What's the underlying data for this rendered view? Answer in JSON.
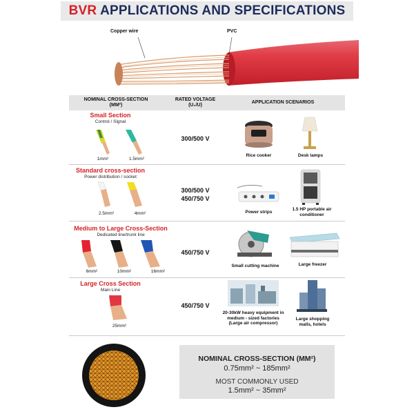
{
  "title": {
    "brand": "BVR",
    "rest": "APPLICATIONS AND SPECIFICATIONS"
  },
  "hero": {
    "copper_label": "Copper wire",
    "pvc_label": "PVC"
  },
  "table": {
    "headers": {
      "cross_section": "NOMINAL CROSS-SECTION (MM²)",
      "voltage": "RATED VOLTAGE (U₀/U)",
      "scenarios": "APPLICATION SCENARIOS"
    },
    "rows": [
      {
        "title": "Small Section",
        "subtitle": "Control / Signal",
        "sizes": [
          "1mm²",
          "1.5mm²"
        ],
        "voltage": [
          "300/500 V"
        ],
        "apps": [
          "Rice cooker",
          "Desk lamps"
        ]
      },
      {
        "title": "Standard cross-section",
        "subtitle": "Power distribution / socket",
        "sizes": [
          "2.5mm²",
          "4mm²"
        ],
        "voltage": [
          "300/500 V",
          "450/750 V"
        ],
        "apps": [
          "Power strips",
          "1.5 HP portable air conditioner"
        ]
      },
      {
        "title": "Medium to Large Cross-Section",
        "subtitle": "Dedicated line/trunk line",
        "sizes": [
          "6mm²",
          "10mm²",
          "16mm²"
        ],
        "voltage": [
          "450/750 V"
        ],
        "apps": [
          "Small cutting machine",
          "Large freezer"
        ]
      },
      {
        "title": "Large Cross Section",
        "subtitle": "Main Line",
        "sizes": [
          "25mm²"
        ],
        "voltage": [
          "450/750 V"
        ],
        "apps": [
          "20-30kW heavy equipment in medium - sized factories (Large air compressor)",
          "Large shopping malls, hotels"
        ]
      }
    ]
  },
  "spec": {
    "nominal_label": "NOMINAL CROSS-SECTION (MM²)",
    "nominal_range": "0.75mm² ~ 185mm²",
    "common_label": "MOST COMMONLY USED",
    "common_range": "1.5mm² ~ 35mm²"
  },
  "colors": {
    "accent_red": "#d52128",
    "navy": "#1c2c5c",
    "copper": "#d89a6e",
    "pvc_red": "#e03c46"
  }
}
